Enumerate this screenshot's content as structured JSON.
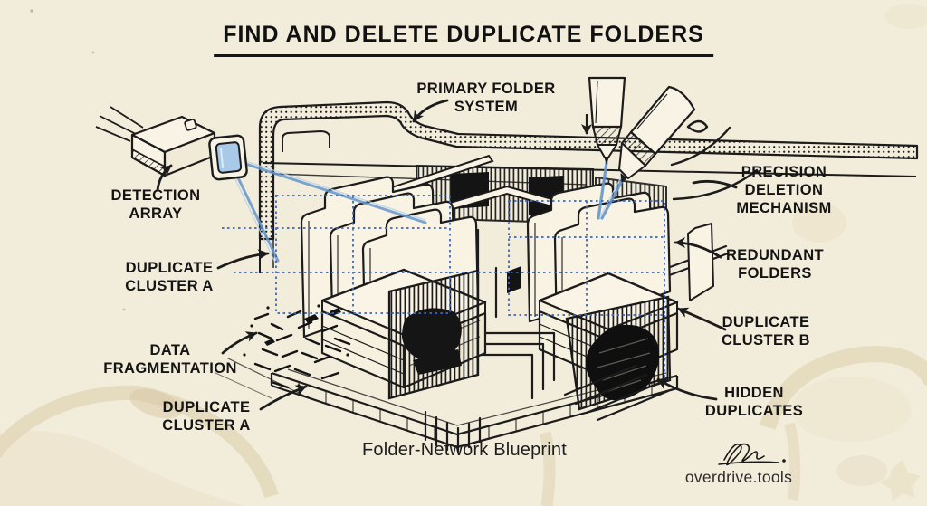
{
  "title": {
    "text": "FIND AND DELETE DUPLICATE FOLDERS"
  },
  "labels": {
    "primary_folder_system": "PRIMARY FOLDER\nSYSTEM",
    "detection_array": "DETECTION\nARRAY",
    "duplicate_cluster_a_top": "DUPLICATE\nCLUSTER A",
    "data_fragmentation": "DATA\nFRAGMENTATION",
    "duplicate_cluster_a_bottom": "DUPLICATE\nCLUSTER A",
    "precision_deletion_mechanism": "PRECISION\nDELETION\nMECHANISM",
    "redundant_folders": "REDUNDANT\nFOLDERS",
    "duplicate_cluster_b": "DUPLICATE\nCLUSTER B",
    "hidden_duplicates": "HIDDEN\nDUPLICATES"
  },
  "caption": {
    "text": "Folder-Network Blueprint"
  },
  "branding": {
    "site": "overdrive.tools"
  },
  "colors": {
    "paper": "#f2ecda",
    "ink": "#1c1c1c",
    "beam_blue": "#6496cc",
    "selection_blue": "#3e68c0",
    "lens_blue": "#a9c9e8",
    "stain_tan": "#d8c9a4"
  },
  "illustration_components": [
    "detection-camera",
    "scan-beams",
    "primary-folder",
    "selection-grid",
    "duplicate-folder-cluster-a",
    "duplicate-folder-cluster-b",
    "precision-deletion-pens",
    "hidden-duplicates-mass",
    "data-fragmentation-debris",
    "circuit-traces",
    "artist-signature"
  ]
}
